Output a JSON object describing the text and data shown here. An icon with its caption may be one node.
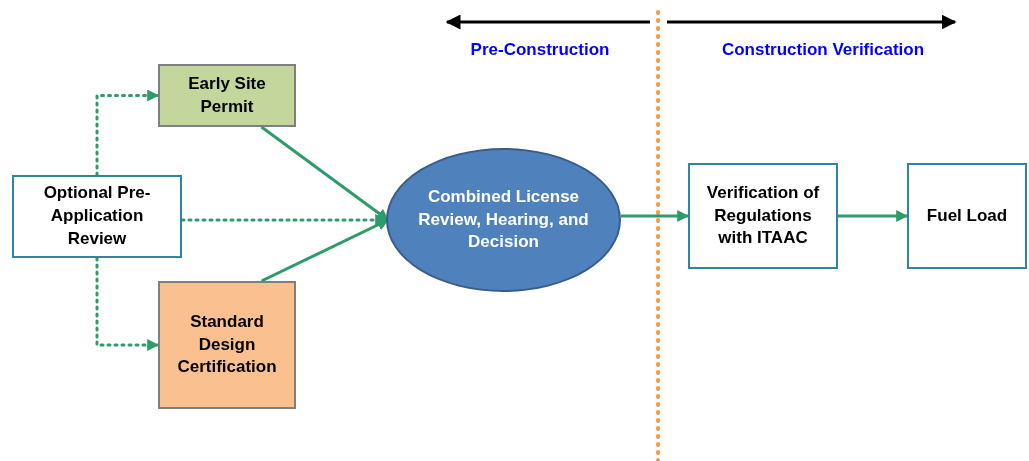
{
  "diagram": {
    "nodes": [
      {
        "text": [
          "Optional Pre-Application Review"
        ]
      },
      {
        "text": [
          "Early Site Permit"
        ]
      },
      {
        "text": [
          "Standard Design Certification"
        ]
      },
      {
        "text": [
          "Combined License Review, Hearing, and Decision"
        ]
      },
      {
        "text": [
          "Verification of Regulations with ITAAC"
        ]
      },
      {
        "text": [
          "Fuel Load"
        ]
      }
    ],
    "edges": [
      {
        "from": 0,
        "to": 1,
        "arrow": "to",
        "style": "dashed"
      },
      {
        "from": 0,
        "to": 3,
        "arrow": "to",
        "style": "dashed"
      },
      {
        "from": 0,
        "to": 2,
        "arrow": "to",
        "style": "dashed"
      },
      {
        "from": 1,
        "to": 3,
        "arrow": "to"
      },
      {
        "from": 2,
        "to": 3,
        "arrow": "to"
      },
      {
        "from": 3,
        "to": 4,
        "arrow": "to"
      },
      {
        "from": 4,
        "to": 5,
        "arrow": "to"
      }
    ],
    "labels": [
      "Pre-Construction",
      "Construction Verification"
    ]
  }
}
